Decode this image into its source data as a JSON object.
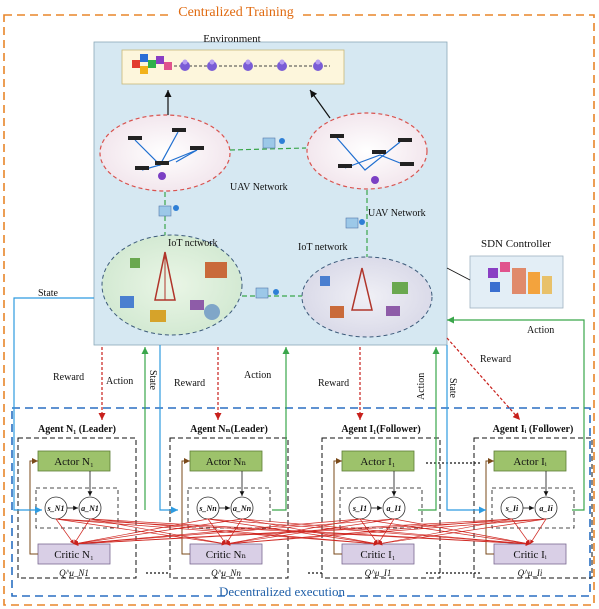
{
  "title_top": "Centralized Training",
  "title_bottom": "Decentralized execution",
  "environment_label": "Environment",
  "uav_left_label": "UAV Network",
  "uav_right_label": "UAV Network",
  "iot_left_label": "IoT nctwork",
  "iot_right_label": "IoT network",
  "sdn_label": "SDN Controller",
  "flow_labels": {
    "state_left": "State",
    "reward_1": "Reward",
    "action_1": "Action",
    "state_2": "State",
    "reward_2": "Reward",
    "action_2": "Action",
    "reward_3": "Reward",
    "action_3": "Action",
    "state_4": "State",
    "reward_4": "Reward",
    "action_right": "Action"
  },
  "agents": [
    {
      "title": "Agent N₁ (Leader)",
      "actor": "Actor N₁",
      "critic": "Critic N₁",
      "state": "s_N1",
      "action": "a_N1",
      "q": "Q^μ_N1"
    },
    {
      "title": "Agent Nₙ(Leader)",
      "actor": "Actor Nₙ",
      "critic": "Critic Nₙ",
      "state": "s_Nn",
      "action": "a_Nn",
      "q": "Q^μ_Nn"
    },
    {
      "title": "Agent I₁(Follower)",
      "actor": "Actor I₁",
      "critic": "Critic I₁",
      "state": "s_I1",
      "action": "a_I1",
      "q": "Q^μ_I1"
    },
    {
      "title": "Agent Iᵢ (Follower)",
      "actor": "Actor Iᵢ",
      "critic": "Critic Iᵢ",
      "state": "s_Ii",
      "action": "a_Ii",
      "q": "Q^μ_Ii"
    }
  ],
  "colors": {
    "outer_dashed": "#e8852a",
    "inner_dashed": "#2a6fc2",
    "env_fill": "#d6e8f2",
    "actor_fill": "#9dc26b",
    "critic_fill": "#d9cfe6",
    "state_line": "#2e9be0",
    "action_line": "#3aa64b",
    "reward_line": "#c8201c"
  }
}
